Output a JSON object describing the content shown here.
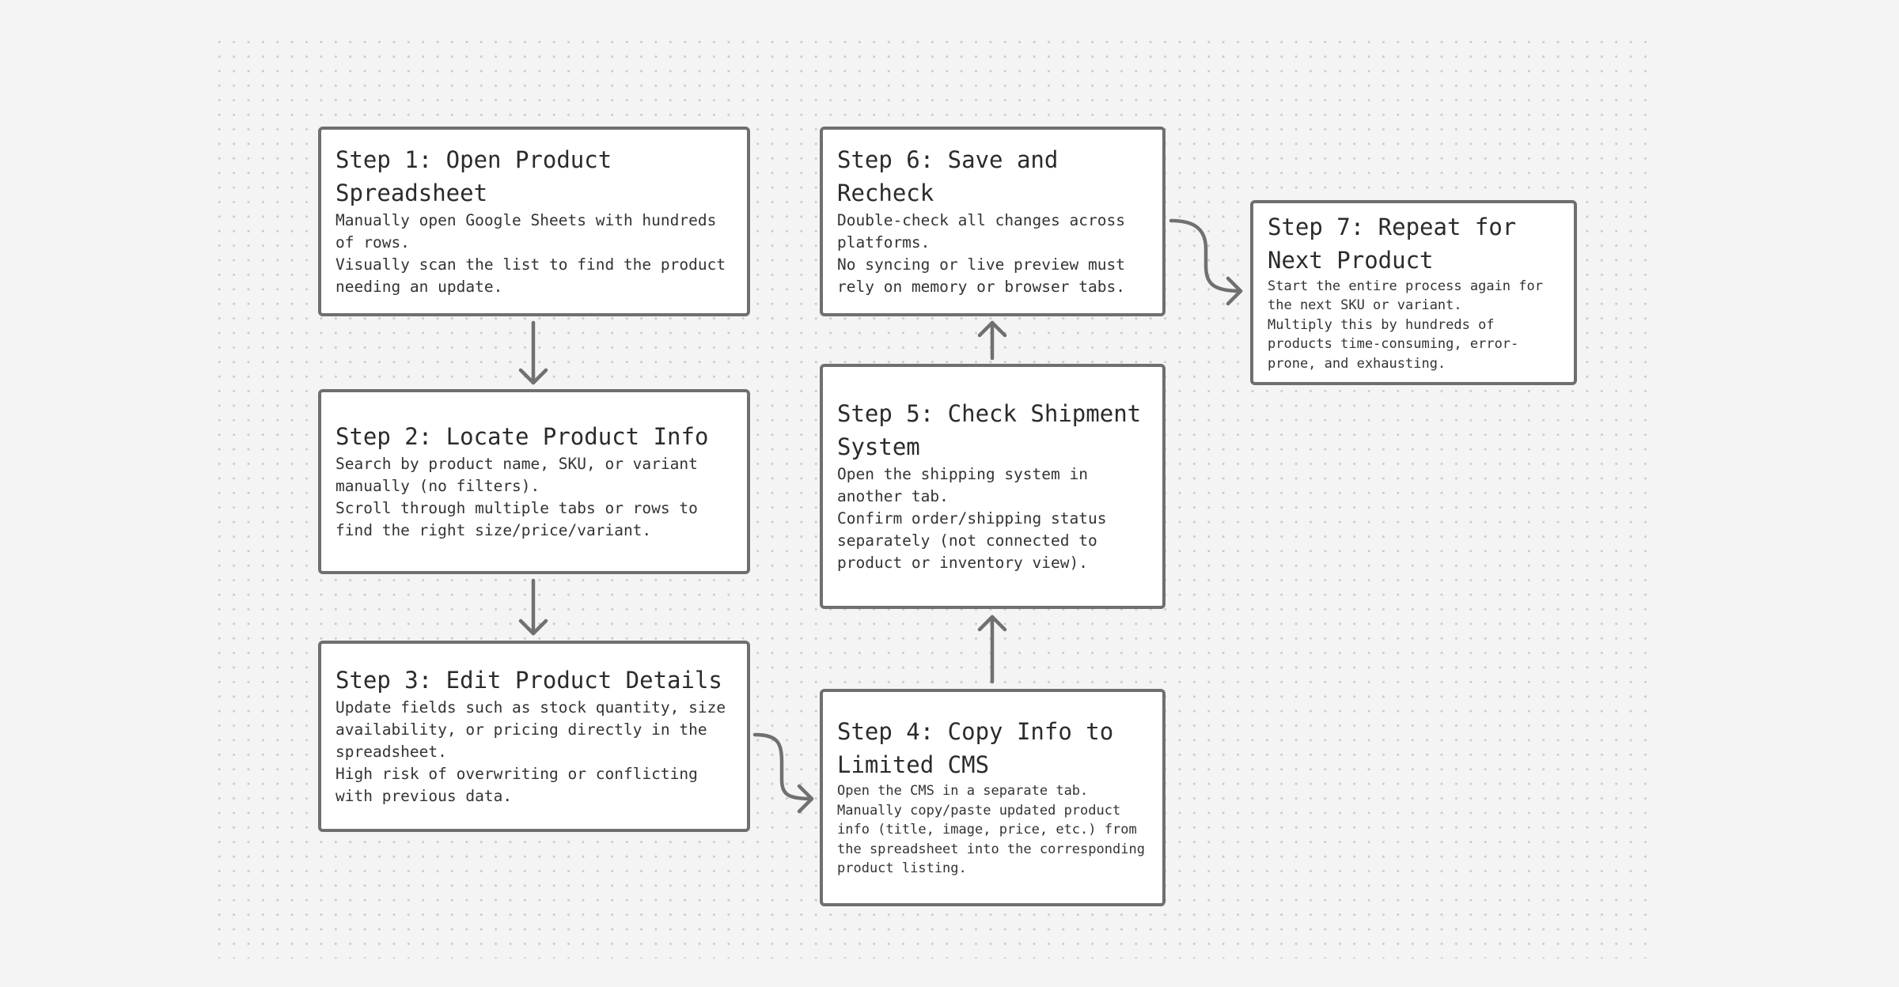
{
  "steps": [
    {
      "title": "Step 1: Open Product Spreadsheet",
      "lines": [
        "Manually open Google Sheets with hundreds of rows.",
        "Visually scan the list to find the product needing an update."
      ]
    },
    {
      "title": "Step 2: Locate Product Info",
      "lines": [
        "Search by product name, SKU, or variant manually (no filters).",
        "Scroll through multiple tabs or rows to find the right size/price/variant."
      ]
    },
    {
      "title": "Step 3: Edit Product Details",
      "lines": [
        "Update fields such as stock quantity, size availability, or pricing directly in the spreadsheet.",
        "High risk of overwriting or conflicting with previous data."
      ]
    },
    {
      "title": "Step 4: Copy Info to Limited CMS",
      "lines": [
        "Open the CMS in a separate tab.",
        "Manually copy/paste updated product info (title, image, price, etc.) from the spreadsheet into the corresponding product listing."
      ]
    },
    {
      "title": "Step 5: Check Shipment System",
      "lines": [
        "Open the shipping system in another tab.",
        "Confirm order/shipping status separately (not connected to product or inventory view)."
      ]
    },
    {
      "title": "Step 6: Save and Recheck",
      "lines": [
        "Double-check all changes across platforms.",
        "No syncing or live preview must rely on memory or browser tabs."
      ]
    },
    {
      "title": "Step 7: Repeat for Next Product",
      "lines": [
        "Start the entire process again for the next SKU or variant.",
        "Multiply this by hundreds of products time-consuming, error-prone, and exhausting."
      ]
    }
  ],
  "colors": {
    "background": "#f4f4f4",
    "box_border": "#6f6f6f",
    "box_fill": "#ffffff",
    "arrow": "#707070",
    "dot": "#c9c9c9"
  }
}
